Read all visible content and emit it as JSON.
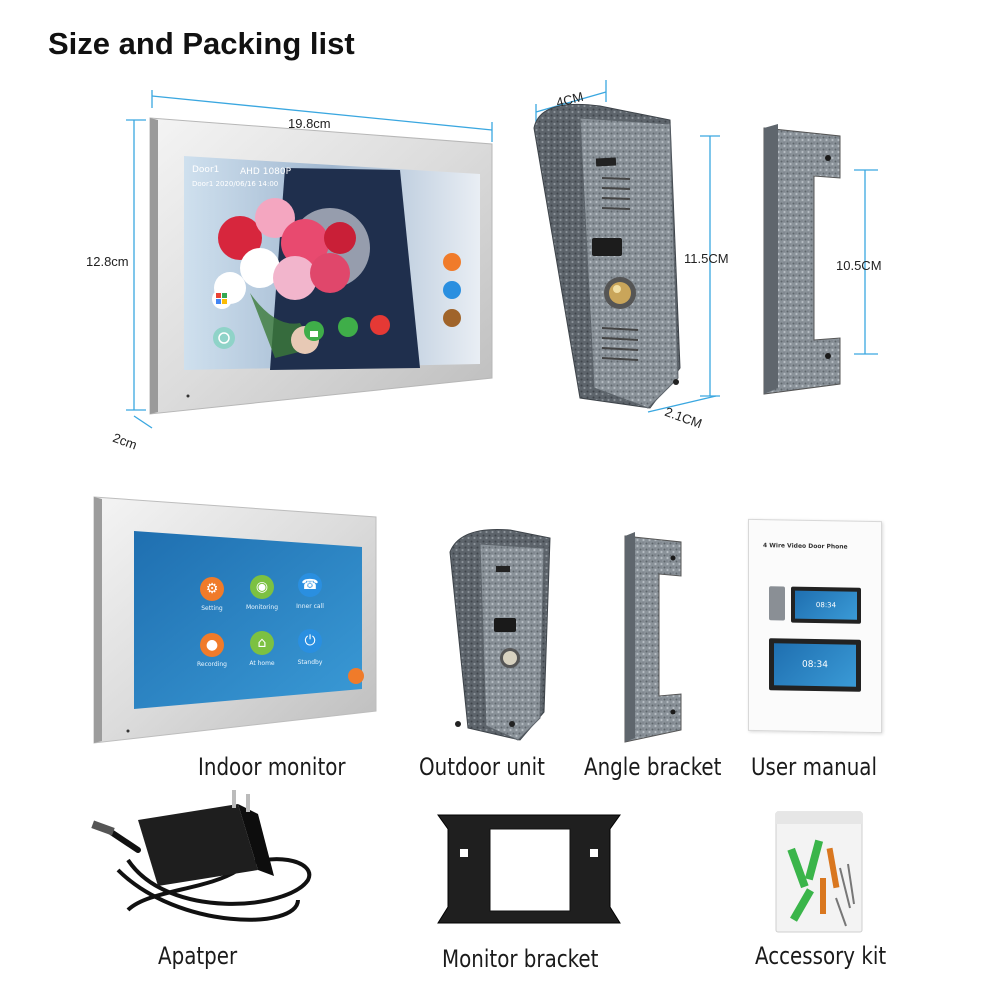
{
  "page_title": "Size and Packing list",
  "dimensions": {
    "monitor_width": "19.8cm",
    "monitor_height": "12.8cm",
    "monitor_depth": "2cm",
    "outdoor_width": "4CM",
    "outdoor_height": "11.5CM",
    "outdoor_depth": "2.1CM",
    "bracket_height": "10.5CM"
  },
  "monitor_screen": {
    "line1_a": "Door1",
    "line1_b": "AHD 1080P",
    "line2": "Door1 2020/06/16 14:00"
  },
  "home_screen": {
    "icons": [
      {
        "label": "Setting",
        "color": "#f07b2a"
      },
      {
        "label": "Monitoring",
        "color": "#7cc142"
      },
      {
        "label": "Inner call",
        "color": "#2a8fe0"
      },
      {
        "label": "Recording",
        "color": "#f07b2a"
      },
      {
        "label": "At home",
        "color": "#7cc142"
      },
      {
        "label": "Standby",
        "color": "#2a8fe0"
      }
    ]
  },
  "manual": {
    "heading": "4 Wire Video Door Phone",
    "time1": "08:34",
    "time2": "08:34"
  },
  "items": {
    "indoor_monitor": "Indoor monitor",
    "outdoor_unit": "Outdoor unit",
    "angle_bracket": "Angle bracket",
    "user_manual": "User manual",
    "adapter": "Apatper",
    "monitor_bracket": "Monitor bracket",
    "accessory_kit": "Accessory kit"
  },
  "colors": {
    "dimension_line": "#3aa7e0",
    "screen_blue": "#2c7fc0",
    "metal": "#8c949c"
  }
}
